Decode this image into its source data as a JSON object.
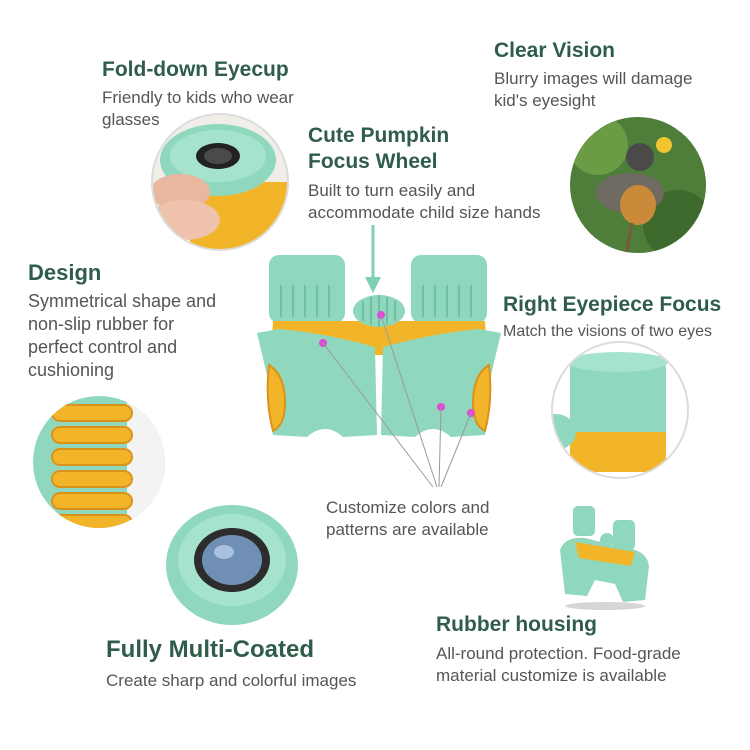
{
  "features": {
    "eyecup": {
      "title": "Fold-down Eyecup",
      "desc_1": "Friendly to kids who wear",
      "desc_2": "glasses"
    },
    "pumpkin": {
      "title_1": "Cute Pumpkin",
      "title_2": "Focus Wheel",
      "desc_1": "Built to turn easily and",
      "desc_2": "accommodate child size hands"
    },
    "vision": {
      "title": "Clear Vision",
      "desc_1": "Blurry images will damage",
      "desc_2": "kid's eyesight"
    },
    "design": {
      "title": "Design",
      "desc_1": "Symmetrical shape and",
      "desc_2": "non-slip rubber for",
      "desc_3": "perfect control and",
      "desc_4": "cushioning"
    },
    "eyepiece": {
      "title": "Right Eyepiece Focus",
      "desc": "Match the visions of two eyes"
    },
    "customize": {
      "line_1": "Customize colors and",
      "line_2": "patterns are available"
    },
    "coated": {
      "title": "Fully Multi-Coated",
      "desc": "Create sharp and colorful images"
    },
    "housing": {
      "title": "Rubber housing",
      "desc_1": "All-round protection. Food-grade",
      "desc_2": "material customize is available"
    }
  },
  "colors": {
    "title": "#2f5d4a",
    "mint": "#8fd8be",
    "mint_dark": "#6fbfa3",
    "yellow": "#f2b52a",
    "yellow_dark": "#d9931a",
    "marker": "#e04bd6"
  }
}
